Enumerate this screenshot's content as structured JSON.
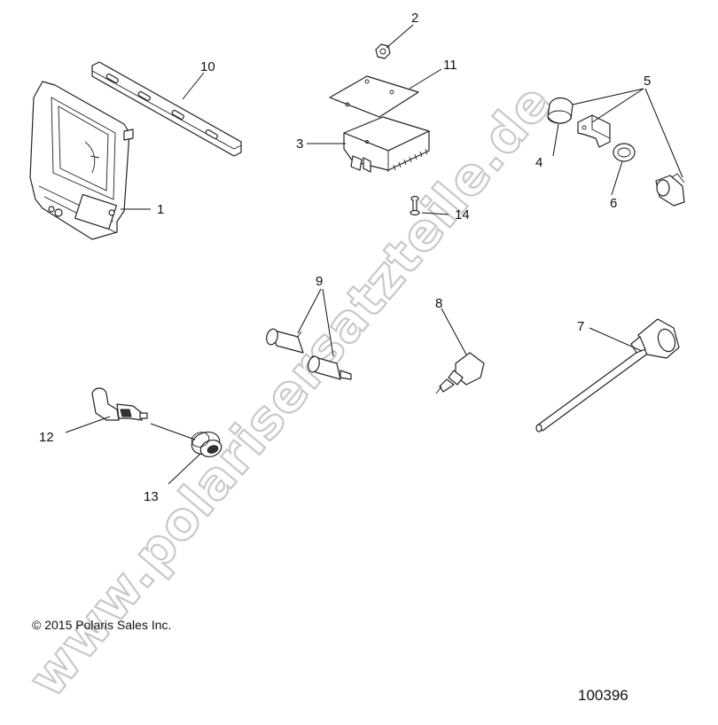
{
  "watermark": "www.polarisersatzteile.de",
  "copyright": "© 2015 Polaris Sales Inc.",
  "drawing_number": "100396",
  "callouts": {
    "c1": "1",
    "c2": "2",
    "c3": "3",
    "c4": "4",
    "c5": "5",
    "c6": "6",
    "c7": "7",
    "c8": "8",
    "c9": "9",
    "c10": "10",
    "c11": "11",
    "c12": "12",
    "c13": "13",
    "c14": "14"
  }
}
